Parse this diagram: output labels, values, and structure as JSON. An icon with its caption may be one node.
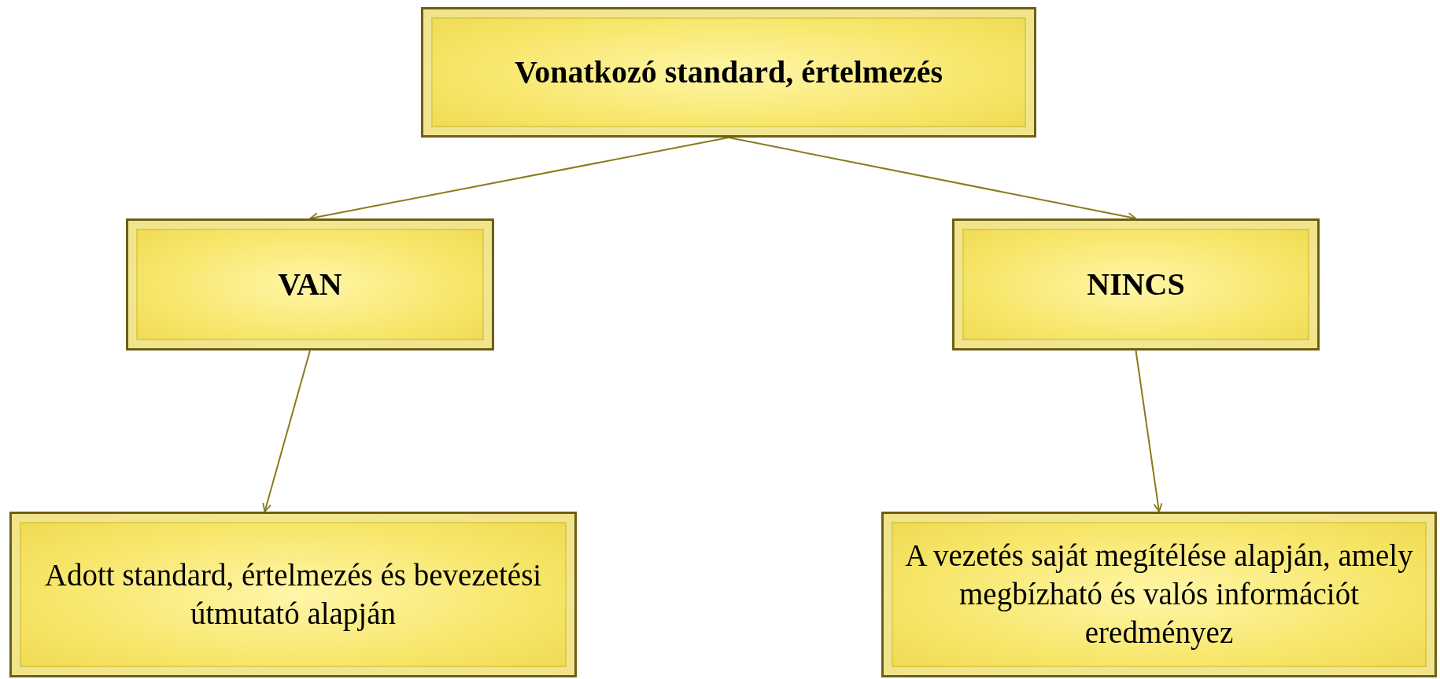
{
  "diagram": {
    "nodes": [
      {
        "text": [
          "Vonatkozó standard, értelmezés"
        ]
      },
      {
        "text": [
          "VAN"
        ]
      },
      {
        "text": [
          "NINCS"
        ]
      },
      {
        "text": [
          "Adott standard, értelmezés és bevezetési útmutató alapján"
        ]
      },
      {
        "text": [
          "A vezetés saját megítélése alapján, amely megbízható és valós információt eredményez"
        ]
      }
    ],
    "edges": [
      {
        "from": 0,
        "to": 1,
        "arrow": "to"
      },
      {
        "from": 0,
        "to": 2,
        "arrow": "to"
      },
      {
        "from": 1,
        "to": 3,
        "arrow": "to"
      },
      {
        "from": 2,
        "to": 4,
        "arrow": "to"
      }
    ]
  }
}
